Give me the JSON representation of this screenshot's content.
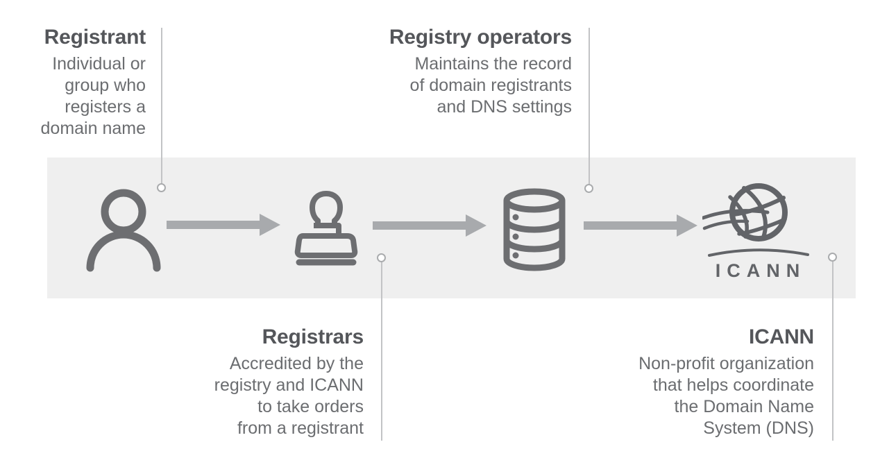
{
  "diagram": {
    "stages": [
      {
        "id": "registrant",
        "heading": "Registrant",
        "description": "Individual or\ngroup who\nregisters a\ndomain name",
        "icon": "person-icon",
        "label_position": "top"
      },
      {
        "id": "registrars",
        "heading": "Registrars",
        "description": "Accredited by the\nregistry and ICANN\nto take orders\nfrom a registrant",
        "icon": "stamp-icon",
        "label_position": "bottom"
      },
      {
        "id": "registry_operators",
        "heading": "Registry operators",
        "description": "Maintains the record\nof domain registrants\nand DNS settings",
        "icon": "database-icon",
        "label_position": "top"
      },
      {
        "id": "icann",
        "heading": "ICANN",
        "description": "Non-profit organization\nthat helps coordinate\nthe Domain Name\nSystem (DNS)",
        "icon": "icann-globe-logo-icon",
        "label_position": "bottom"
      }
    ],
    "logo": {
      "wordmark": "ICANN"
    },
    "colors": {
      "band": "#efefef",
      "icon_gray": "#6d6e71",
      "arrow_gray": "#a8aaad",
      "heading_text": "#54565a",
      "body_text": "#6b6d70",
      "connector": "#c2c3c5"
    }
  }
}
